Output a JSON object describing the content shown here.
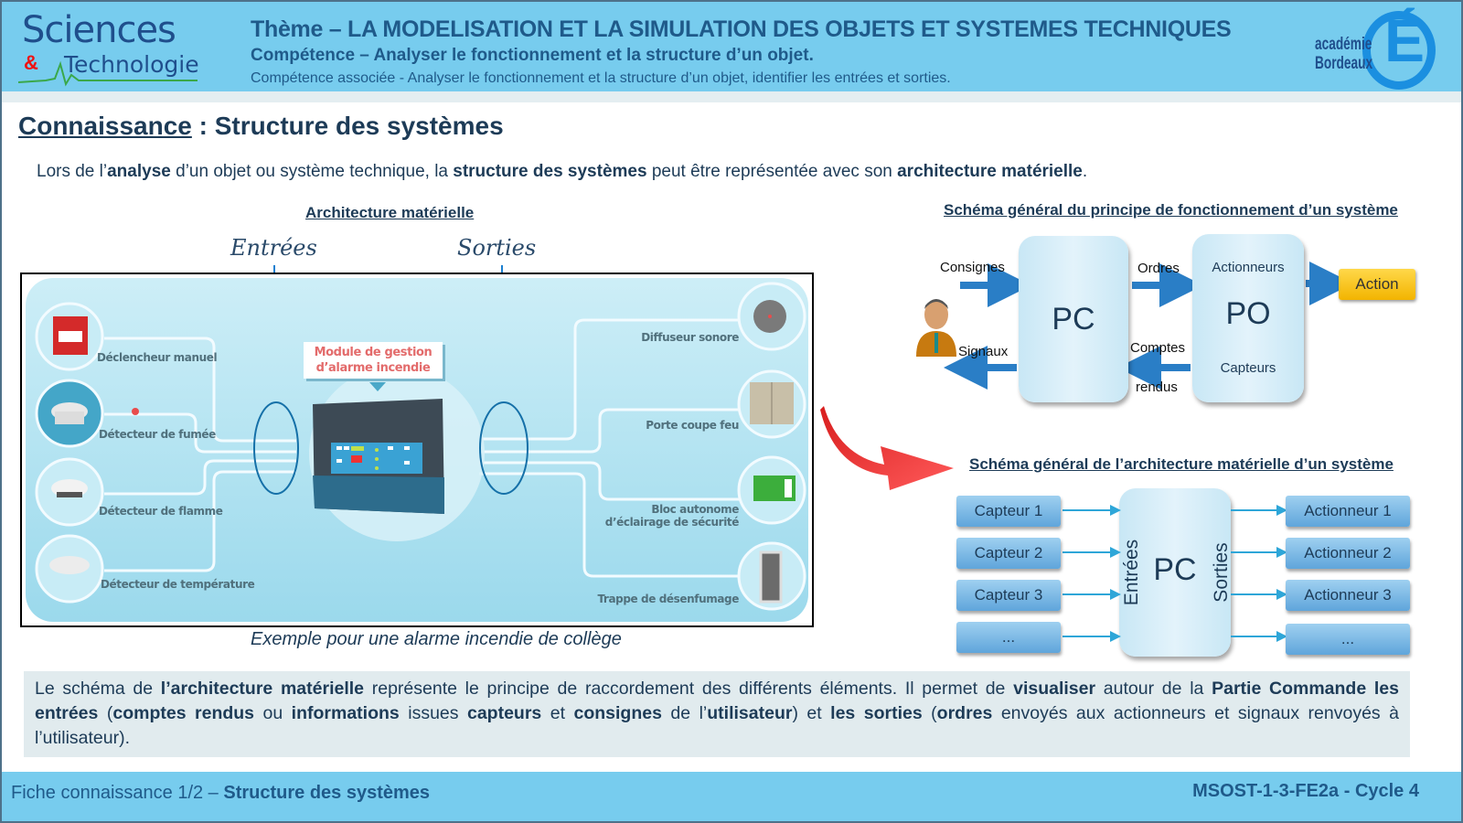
{
  "header": {
    "logo": {
      "sciences": "Sciences",
      "amp": "&",
      "technologie": "Technologie"
    },
    "theme": "Thème – LA MODELISATION ET LA SIMULATION DES OBJETS ET SYSTEMES TECHNIQUES",
    "competence": "Compétence – Analyser le fonctionnement et la structure d’un objet.",
    "competence_associee": "Compétence associée - Analyser le fonctionnement et la structure d’un objet, identifier les entrées et sorties.",
    "academie": {
      "line1": "académie",
      "line2": "Bordeaux",
      "glyph": "É"
    }
  },
  "title": {
    "underlined": "Connaissance",
    "rest": " : Structure des systèmes"
  },
  "intro": {
    "p1": "Lors de l’",
    "b1": "analyse",
    "p2": " d’un objet ou système technique, la ",
    "b2": "structure des systèmes",
    "p3": " peut être représentée avec son ",
    "b3": "architecture matérielle",
    "p4": "."
  },
  "architecture": {
    "title": "Architecture matérielle",
    "entrees_label": "Entrées",
    "sorties_label": "Sorties",
    "module_label_line1": "Module de gestion",
    "module_label_line2": "d’alarme incendie",
    "inputs": [
      {
        "label": "Déclencheur manuel",
        "icon": "manual-call-point"
      },
      {
        "label": "Détecteur de fumée",
        "icon": "smoke-detector"
      },
      {
        "label": "Détecteur de flamme",
        "icon": "flame-detector"
      },
      {
        "label": "Détecteur de température",
        "icon": "heat-detector"
      }
    ],
    "outputs": [
      {
        "label": "Diffuseur sonore",
        "icon": "sounder"
      },
      {
        "label": "Porte coupe feu",
        "icon": "fire-door"
      },
      {
        "label_line1": "Bloc autonome",
        "label_line2": "d’éclairage de sécurité",
        "icon": "emergency-exit-light"
      },
      {
        "label": "Trappe de désenfumage",
        "icon": "smoke-vent"
      }
    ],
    "caption": "Exemple pour une alarme incendie de collège"
  },
  "schema_fonctionnement": {
    "title": "Schéma général du principe de fonctionnement d’un système",
    "pc": "PC",
    "po": "PO",
    "po_top": "Actionneurs",
    "po_bottom": "Capteurs",
    "consignes": "Consignes",
    "signaux": "Signaux",
    "ordres": "Ordres",
    "comptes": "Comptes",
    "rendus": "rendus",
    "action": "Action"
  },
  "schema_architecture": {
    "title": "Schéma général de l’architecture matérielle d’un système",
    "pc": "PC",
    "entrees": "Entrées",
    "sorties": "Sorties",
    "capteurs": [
      "Capteur 1",
      "Capteur 2",
      "Capteur 3",
      "..."
    ],
    "actionneurs": [
      "Actionneur 1",
      "Actionneur 2",
      "Actionneur 3",
      "..."
    ]
  },
  "summary": {
    "s1": "Le schéma de ",
    "b1": "l’architecture matérielle",
    "s2": " représente le principe de raccordement des différents éléments. Il permet de ",
    "b2": "visualiser",
    "s3": " autour de la ",
    "b3": "Partie Commande les entrées",
    "s4": " (",
    "b4": "comptes rendus",
    "s5": " ou ",
    "b5": "informations",
    "s6": " issues ",
    "b6": "capteurs",
    "s7": " et ",
    "b7": "consignes",
    "s8": " de l’",
    "b8": "utilisateur",
    "s9": ") et ",
    "b9": "les sorties",
    "s10": " (",
    "b10": "ordres",
    "s11": " envoyés aux actionneurs et signaux renvoyés à l’utilisateur)."
  },
  "footer": {
    "left_prefix": "Fiche connaissance 1/2 – ",
    "left_bold": "Structure des systèmes",
    "right": "MSOST-1-3-FE2a - Cycle 4"
  },
  "colors": {
    "header_bg": "#77ccee",
    "title_text": "#1d3b57",
    "accent_blue": "#1b8fe0",
    "action_yellow": "#f2b400",
    "red_arrow": "#e8262b"
  }
}
